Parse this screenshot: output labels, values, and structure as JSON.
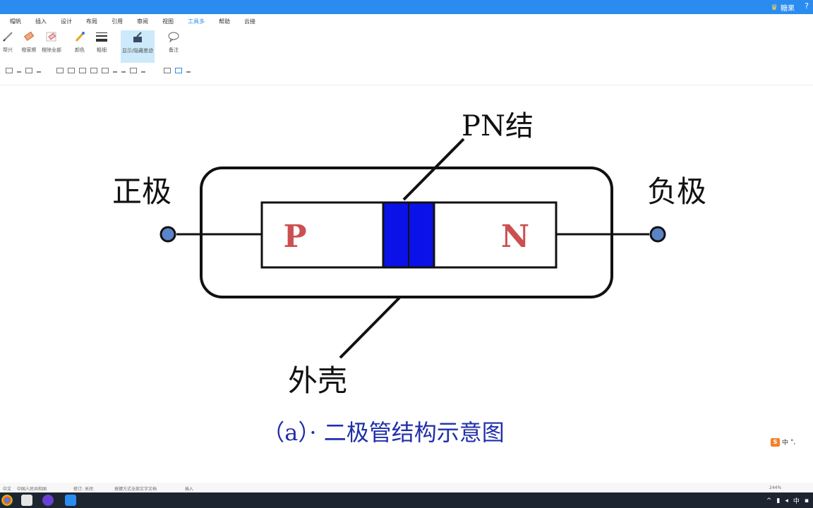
{
  "titlebar": {
    "user": "糖果",
    "help": "?"
  },
  "tabs": [
    "帽帆",
    "插入",
    "设计",
    "布局",
    "引用",
    "审阅",
    "视图",
    "工具多",
    "帮助",
    "云接"
  ],
  "active_tab_index": 7,
  "ribbon": [
    {
      "label": "帮兴",
      "icon": "pen-icon"
    },
    {
      "label": "橙家檫",
      "icon": "eraser-icon"
    },
    {
      "label": "橙除全部",
      "icon": "eraser-all-icon"
    },
    {
      "label": "颜色",
      "icon": "color-pen-icon"
    },
    {
      "label": "粗细",
      "icon": "line-weight-icon"
    },
    {
      "label": "显示/隐藏墨迹",
      "icon": "ink-toggle-icon"
    },
    {
      "label": "备注",
      "icon": "comment-icon"
    }
  ],
  "diagram": {
    "pn_junction": "PN结",
    "positive": "正极",
    "negative": "负极",
    "p_region": "P",
    "n_region": "N",
    "shell": "外壳",
    "caption": "（a）· 二极管结构示意图",
    "colors": {
      "junction": "#0a12e8",
      "letters": "#cc5050",
      "terminal": "#5b84c8",
      "caption": "#1f2fa8"
    }
  },
  "statusbar": {
    "lang": "中文",
    "mode": "中国人民共和国",
    "track": "修订: 关闭",
    "tip": "按键方式全部文字文档",
    "insert": "插入",
    "zoom": "244%"
  },
  "ime": {
    "logo": "S",
    "lang": "中"
  },
  "tray": {
    "lang": "中"
  }
}
